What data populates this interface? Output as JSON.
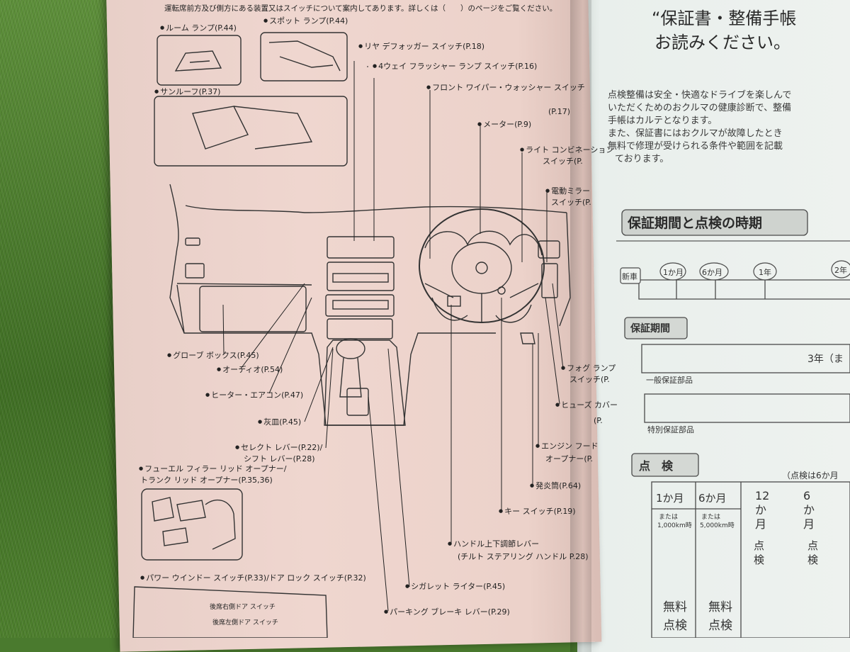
{
  "left_page": {
    "header": "運転席前方及び側方にある装置又はスイッチについて案内してあります。詳しくは（　　）のページをご覧ください。",
    "labels": {
      "room_lamp": "ルーム ランプ(P.44)",
      "spot_lamp": "スポット ランプ(P.44)",
      "sunroof": "サンルーフ(P.37)",
      "rear_defogger": "リヤ デフォッガー スイッチ(P.18)",
      "flasher": "4ウェイ フラッシャー ランプ スイッチ(P.16)",
      "wiper_1": "フロント ワイパー・ウォッシャー スイッチ",
      "wiper_2": "(P.17)",
      "meter": "メーター(P.9)",
      "light_combo_1": "ライト コンビネーション",
      "light_combo_2": "スイッチ(P.",
      "mirror_1": "電動ミラー",
      "mirror_2": "スイッチ(P.",
      "glove_box": "グローブ ボックス(P.45)",
      "audio": "オーディオ(P.54)",
      "heater": "ヒーター・エアコン(P.47)",
      "ashtray": "灰皿(P.45)",
      "select_lever_1": "セレクト レバー(P.22)/",
      "select_lever_2": "シフト レバー(P.28)",
      "fog_lamp_1": "フォグ ランプ",
      "fog_lamp_2": "スイッチ(P.",
      "fuse_cover": "ヒューズ カバー",
      "fuse_cover_p": "(P.",
      "hood_opener_1": "エンジン フード",
      "hood_opener_2": "オープナー(P.",
      "fuel_lid_1": "フューエル フィラー リッド オープナー/",
      "fuel_lid_2": "トランク リッド オープナー(P.35,36)",
      "flare": "発炎筒(P.64)",
      "key_switch": "キー スイッチ(P.19)",
      "tilt_1": "ハンドル上下調節レバー",
      "tilt_2": "(チルト ステアリング ハンドル P.28)",
      "cigarette": "シガレット ライター(P.45)",
      "power_window": "パワー ウインドー スイッチ(P.33)/ドア ロック スイッチ(P.32)",
      "parking_brake": "パーキング ブレーキ レバー(P.29)",
      "window_sub_1": "後席右側ドア スイッチ",
      "window_sub_2": "後席左側ドア スイッチ"
    }
  },
  "right_page": {
    "title_1": "“保証書・整備手帳",
    "title_2": "お読みください。",
    "body": [
      "点検整備は安全・快適なドライブを楽しんで",
      "いただくためのおクルマの健康診断で、整備",
      "手帳はカルテとなります。",
      "また、保証書にはおクルマが故障したとき",
      "無料で修理が受けられる条件や範囲を記載",
      "ております。"
    ],
    "section_heading": "保証期間と点検の時期",
    "timeline": [
      "新車",
      "1か月",
      "6か月",
      "1年",
      "2年"
    ],
    "warranty_heading": "保証期間",
    "warranty_value": "3年（ま",
    "general_parts": "一般保証部品",
    "special_parts": "特別保証部品",
    "inspection_heading": "点　検",
    "inspection_note": "（点検は6か月",
    "cols": [
      {
        "head": "1か月",
        "sub_1": "または",
        "sub_2": "1,000km時",
        "free_1": "無料",
        "free_2": "点検"
      },
      {
        "head": "6か月",
        "sub_1": "または",
        "sub_2": "5,000km時",
        "free_1": "無料",
        "free_2": "点検"
      }
    ],
    "vcols": [
      {
        "text": "12か月",
        "check": "点検"
      },
      {
        "text": "6か月",
        "check": "点検"
      }
    ]
  }
}
